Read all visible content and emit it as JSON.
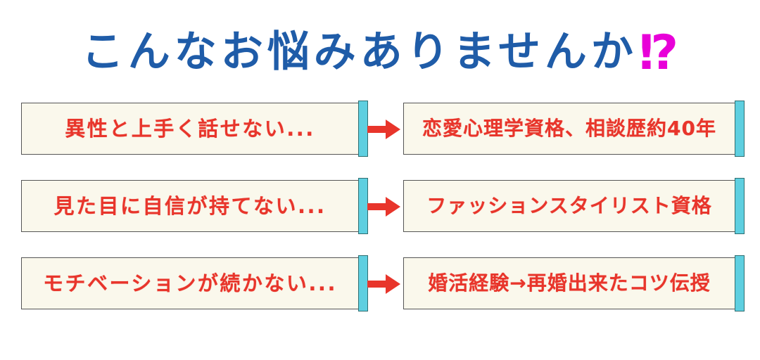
{
  "headline": {
    "text": "こんなお悩みありませんか",
    "marks": "⁉",
    "color": "#1f5ca8",
    "marks_color": "#e800d8"
  },
  "colors": {
    "problem_text": "#e8352b",
    "card_background": "#faf8ec",
    "accent_bar": "#5ecfe0",
    "shadow": "#2f6e70",
    "arrow": "#e8352b"
  },
  "rows": [
    {
      "problem": "異性と上手く話せない...",
      "solution": "恋愛心理学資格、相談歴約40年",
      "arrow": "right-arrow-icon"
    },
    {
      "problem": "見た目に自信が持てない...",
      "solution": "ファッションスタイリスト資格",
      "arrow": "right-arrow-icon"
    },
    {
      "problem": "モチベーションが続かない...",
      "solution": "婚活経験→再婚出来たコツ伝授",
      "arrow": "right-arrow-icon"
    }
  ]
}
